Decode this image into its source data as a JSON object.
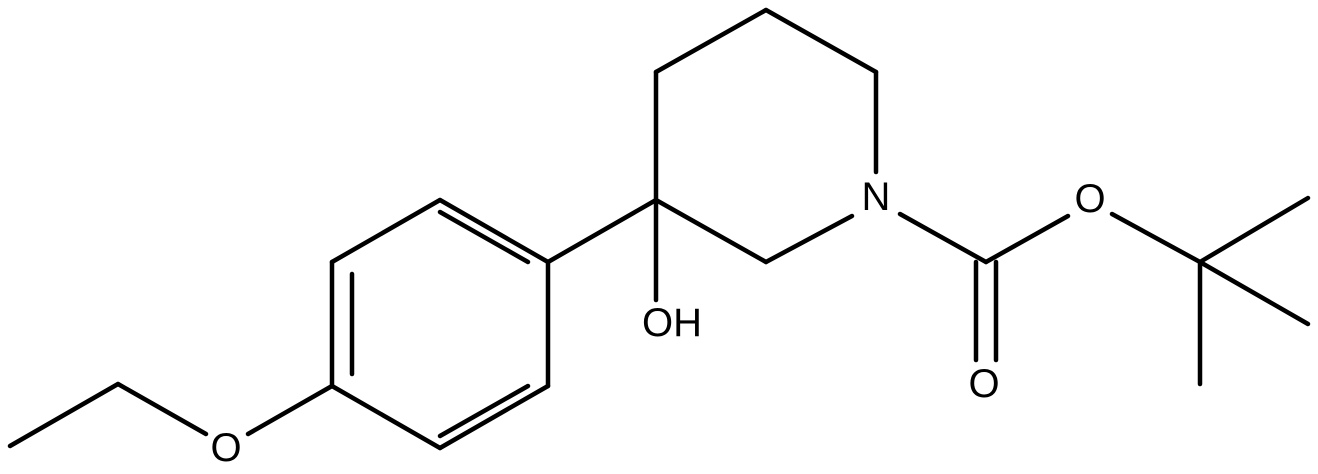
{
  "atoms": {
    "nitrogen": "N",
    "ring_hydroxyl": "OH",
    "ester_oxygen": "O",
    "carbonyl_oxygen": "O",
    "ether_oxygen": "O"
  }
}
